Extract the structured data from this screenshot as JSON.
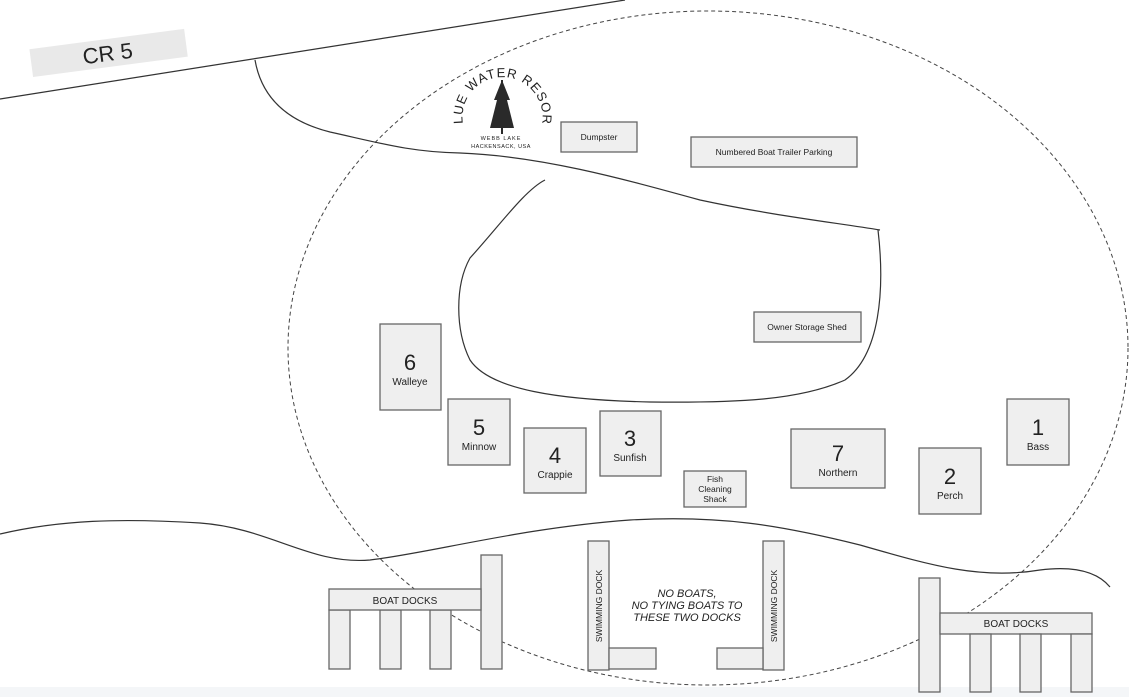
{
  "road": {
    "label": "CR 5"
  },
  "logo": {
    "name": "BLUE WATER RESORT",
    "line1": "WEBB LAKE",
    "line2": "HACKENSACK, USA"
  },
  "buildings": {
    "dumpster": "Dumpster",
    "trailer_parking": "Numbered Boat Trailer Parking",
    "owner_shed": "Owner Storage Shed",
    "fish_shack": [
      "Fish",
      "Cleaning",
      "Shack"
    ]
  },
  "cabins": [
    {
      "number": "1",
      "name": "Bass"
    },
    {
      "number": "2",
      "name": "Perch"
    },
    {
      "number": "3",
      "name": "Sunfish"
    },
    {
      "number": "4",
      "name": "Crappie"
    },
    {
      "number": "5",
      "name": "Minnow"
    },
    {
      "number": "6",
      "name": "Walleye"
    },
    {
      "number": "7",
      "name": "Northern"
    }
  ],
  "docks": {
    "boat_left": "BOAT DOCKS",
    "boat_right": "BOAT DOCKS",
    "swim_left": "SWIMMING DOCK",
    "swim_right": "SWIMMING DOCK",
    "notice": [
      "NO BOATS,",
      "NO TYING BOATS TO",
      "THESE TWO DOCKS"
    ]
  }
}
